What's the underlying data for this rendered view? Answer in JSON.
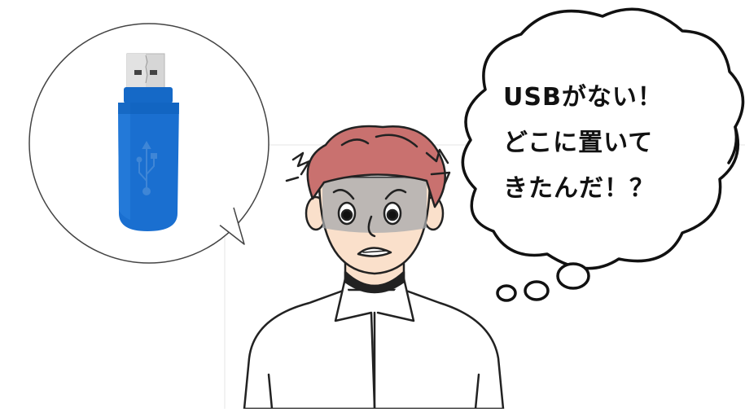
{
  "thought": {
    "lines": [
      "USBがない！",
      "どこに置いて",
      "きたんだ！？"
    ]
  },
  "colors": {
    "usb_body": "#1a6fd0",
    "usb_dark": "#0d52a6",
    "hair": "#c9716f",
    "skin": "#fae0cb",
    "shirt": "#ffffff",
    "outline": "#222222",
    "face_shadow": "#a7a9ac"
  },
  "icons": [
    "usb-flash-drive-icon",
    "usb-symbol-icon",
    "worried-man-illustration"
  ]
}
